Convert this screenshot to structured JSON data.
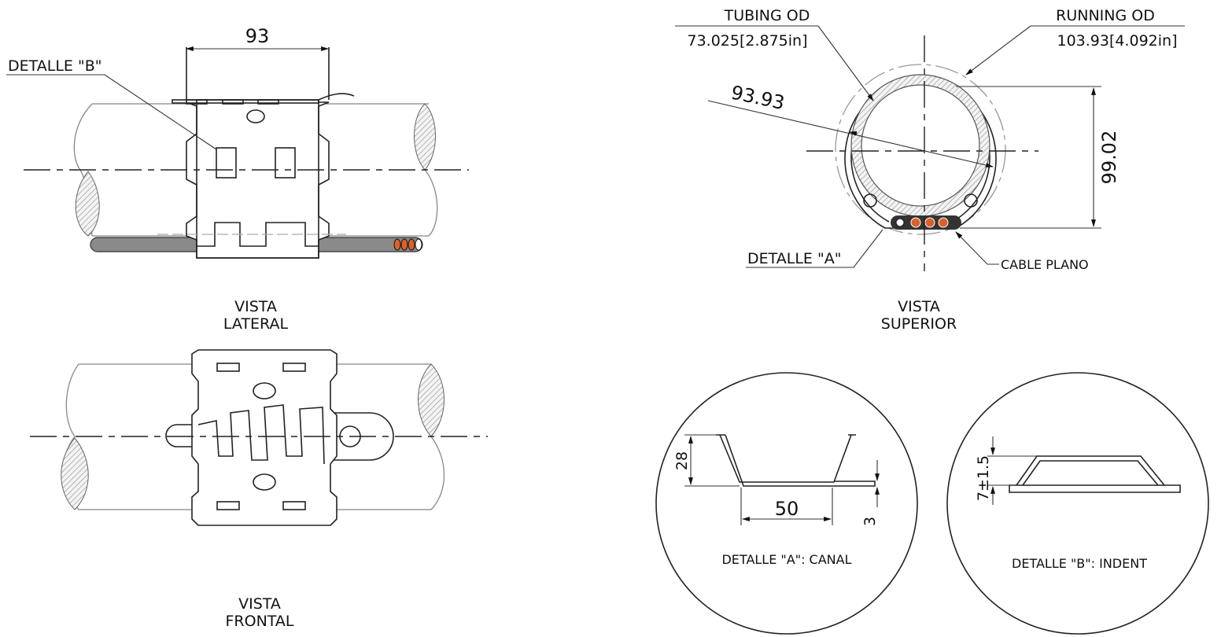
{
  "lateral_view": {
    "title_line1": "VISTA",
    "title_line2": "LATERAL",
    "width_dimension": "93",
    "detail_b_label": "DETALLE \"B\""
  },
  "frontal_view": {
    "title_line1": "VISTA",
    "title_line2": "FRONTAL"
  },
  "top_view": {
    "title_line1": "VISTA",
    "title_line2": "SUPERIOR",
    "tubing_od_label": "TUBING OD",
    "tubing_od_value": "73.025[2.875in]",
    "running_od_label": "RUNNING OD",
    "running_od_value": "103.93[4.092in]",
    "diameter_dimension": "93.93",
    "height_dimension": "99.02",
    "detail_a_label": "DETALLE \"A\"",
    "cable_label": "CABLE PLANO"
  },
  "detail_a": {
    "caption": "DETALLE \"A\": CANAL",
    "height_dimension": "28",
    "width_dimension": "50",
    "thickness_dimension": "3"
  },
  "detail_b": {
    "caption": "DETALLE \"B\": INDENT",
    "height_dimension": "7±1.5"
  },
  "colors": {
    "cable_gray": "#8a8a8a",
    "conductor_orange": "#d9622b"
  }
}
